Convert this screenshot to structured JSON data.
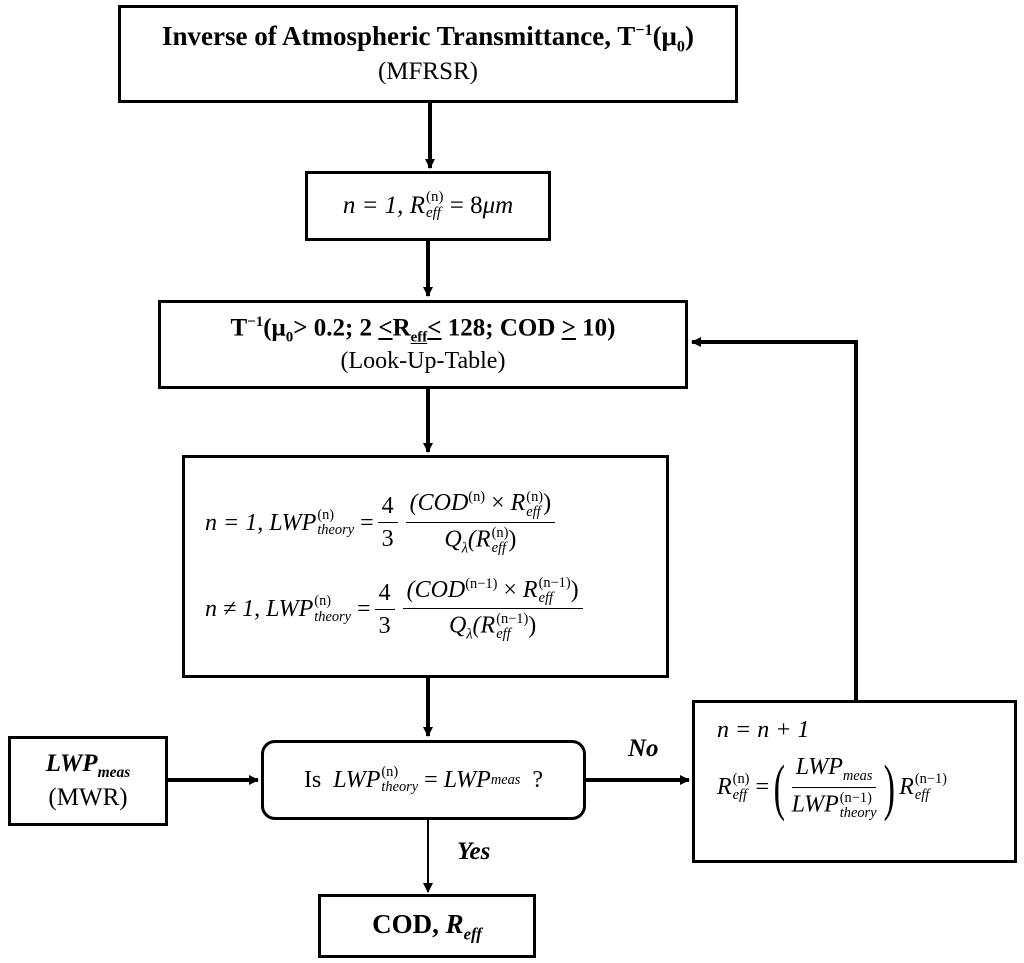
{
  "box_start": {
    "title": "Inverse of Atmospheric Transmittance, T",
    "title_sup": "−1",
    "title_arg": "(μ",
    "title_arg_sub": "0",
    "title_close": ")",
    "source": "(MFRSR)"
  },
  "box_init": {
    "n_eq": "n = 1,",
    "r_sym": "R",
    "r_sup": "(n)",
    "r_sub": "eff",
    "rhs": "= 8",
    "unit": "μm"
  },
  "box_lut": {
    "t": "T",
    "t_sup": "−1",
    "open": "(μ",
    "mu_sub": "0",
    "cond1": "> 0.2; 2 ",
    "le1": "<",
    "r": "R",
    "r_sub": "eff",
    "le2": "<",
    "cond2": " 128; COD ",
    "ge": ">",
    "cond3": " 10)",
    "caption": "(Look-Up-Table)"
  },
  "box_lwp": {
    "line1_n": "n = 1,",
    "line2_n": "n ≠ 1,",
    "lwp": "LWP",
    "sup_n": "(n)",
    "sup_n1": "(n−1)",
    "sub_theory": "theory",
    "eq": "=",
    "four": "4",
    "three": "3",
    "cod": "(COD",
    "times": " × ",
    "r": "R",
    "sub_eff": "eff",
    "close": ")",
    "q": "Q",
    "q_sub": "λ",
    "q_open": "(R",
    "q_close": ")"
  },
  "box_meas": {
    "lwp": "LWP",
    "sub": "meas",
    "source": "(MWR)"
  },
  "box_decision": {
    "is": "Is",
    "lwp": "LWP",
    "sup": "(n)",
    "sub_theory": "theory",
    "eq": "=",
    "sub_meas": "meas",
    "q": "?"
  },
  "box_update": {
    "line1": "n = n + 1",
    "r": "R",
    "sup_n": "(n)",
    "sup_n1": "(n−1)",
    "sub_eff": "eff",
    "eq": "=",
    "lwp": "LWP",
    "sub_meas": "meas",
    "sub_theory": "theory"
  },
  "box_end": {
    "cod": "COD,",
    "r": "R",
    "r_sub": "eff"
  },
  "labels": {
    "no": "No",
    "yes": "Yes"
  }
}
